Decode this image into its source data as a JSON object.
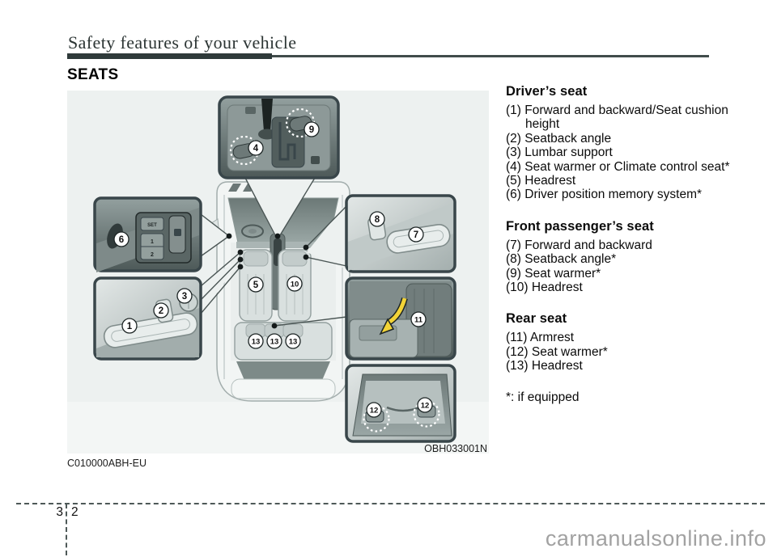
{
  "page": {
    "header_title": "Safety features of your vehicle",
    "section_title": "SEATS",
    "footer": {
      "chapter_number": "3",
      "page_number": "2"
    },
    "watermark": "carmanualsonline.info"
  },
  "figure": {
    "code_caption": "C010000ABH-EU",
    "image_ref": "OBH033001N",
    "callouts": {
      "c1": "1",
      "c2": "2",
      "c3": "3",
      "c4": "4",
      "c5": "5",
      "c6": "6",
      "c7": "7",
      "c8": "8",
      "c9": "9",
      "c10": "10",
      "c11": "11",
      "c12": "12",
      "c13": "13"
    },
    "door_panel": {
      "set_button": "SET",
      "memory_1": "1",
      "memory_2": "2"
    },
    "colors": {
      "inset_border": "#39464a",
      "figure_background": "#edf1f0",
      "fold_arrow_yellow": "#f2d337"
    }
  },
  "content": {
    "sections": [
      {
        "heading": "Driver’s seat",
        "items": [
          "(1) Forward and backward/Seat cushion height",
          "(2) Seatback angle",
          "(3) Lumbar support",
          "(4) Seat warmer or Climate control seat*",
          "(5) Headrest",
          "(6) Driver position memory system*"
        ]
      },
      {
        "heading": "Front passenger’s seat",
        "items": [
          "(7) Forward and backward",
          "(8) Seatback angle*",
          "(9) Seat warmer*",
          "(10) Headrest"
        ]
      },
      {
        "heading": "Rear seat",
        "items": [
          "(11) Armrest",
          "(12) Seat warmer*",
          "(13) Headrest"
        ]
      }
    ],
    "footnote": "*: if equipped"
  }
}
